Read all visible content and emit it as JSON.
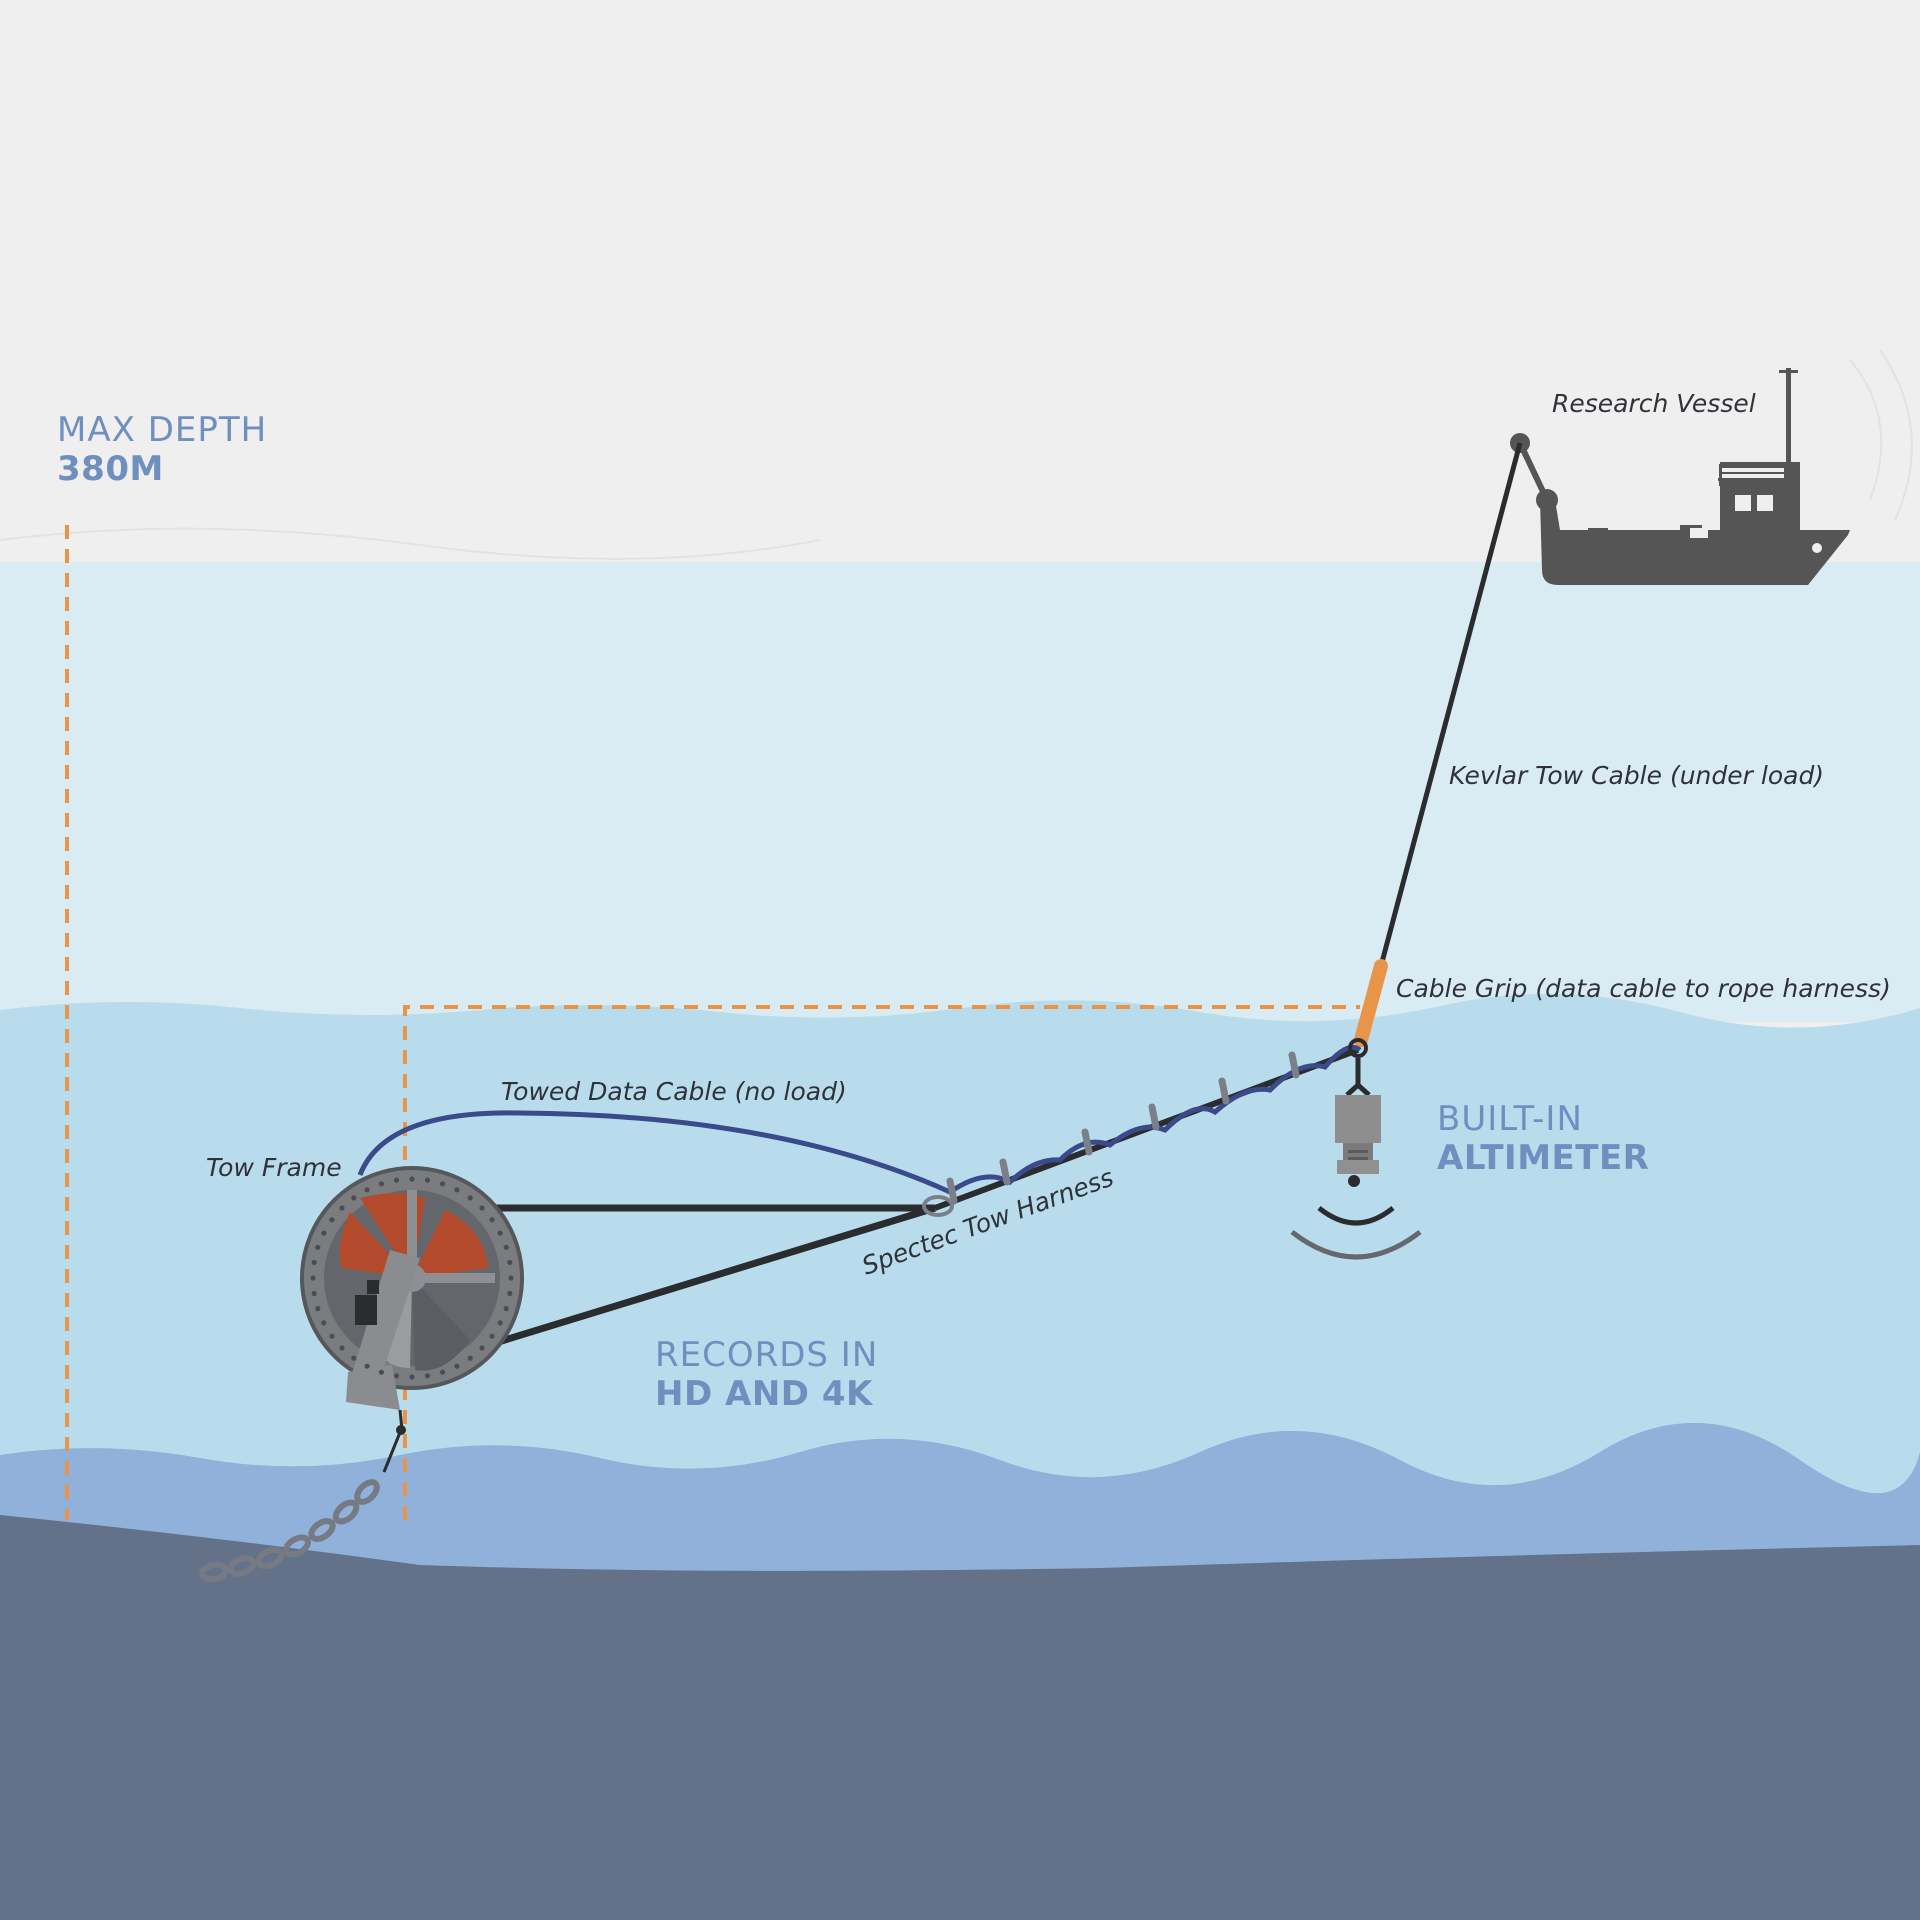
{
  "callouts": {
    "max_depth": {
      "line1": "MAX DEPTH",
      "line2": "380M"
    },
    "records": {
      "line1": "RECORDS IN",
      "line2": "HD AND 4K"
    },
    "altimeter": {
      "line1": "BUILT-IN",
      "line2": "ALTIMETER"
    }
  },
  "labels": {
    "research_vessel": "Research Vessel",
    "kevlar_cable": "Kevlar Tow Cable (under load)",
    "cable_grip": "Cable Grip (data cable to rope harness)",
    "towed_data_cable": "Towed Data Cable (no load)",
    "tow_frame": "Tow Frame",
    "tow_harness": "Spectec Tow Harness"
  },
  "colors": {
    "sky": "#efefef",
    "water_light": "#d9ecf3",
    "water_mid": "#b9dcec",
    "water_deep": "#8fb1da",
    "seabed": "#637189",
    "accent_orange": "#e8954a",
    "callout_blue": "#6f8fbf",
    "cable_dark": "#2a2c30",
    "data_cable": "#3a4a8a",
    "vessel": "#555555"
  }
}
